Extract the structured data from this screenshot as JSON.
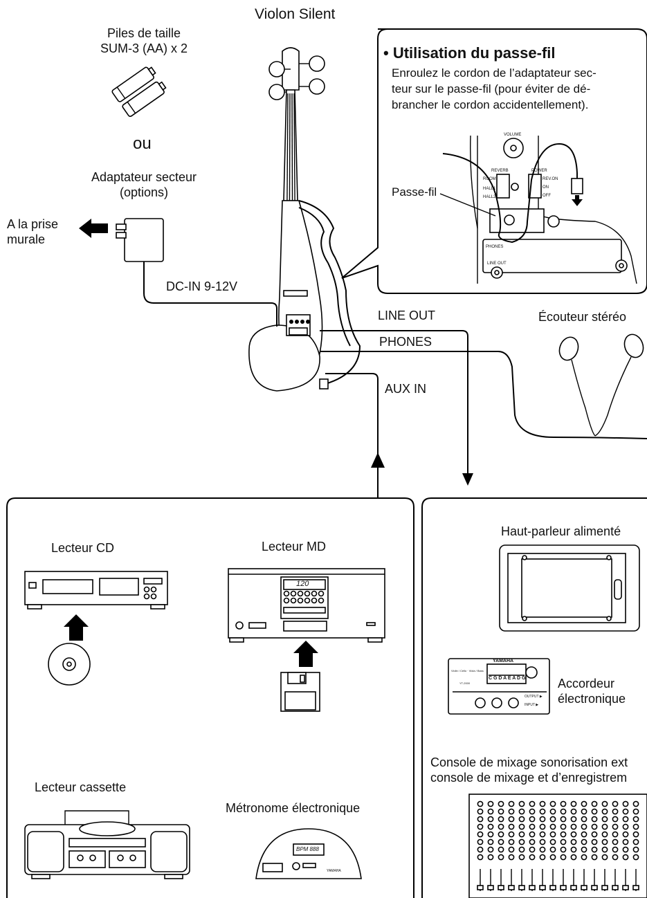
{
  "title": "Violon Silent",
  "batteries": {
    "line1": "Piles de taille",
    "line2": "SUM-3 (AA) x 2"
  },
  "or_label": "ou",
  "adapter": {
    "line1": "Adaptateur secteur",
    "line2": "(options)"
  },
  "wall": {
    "line1": "A la prise",
    "line2": "murale"
  },
  "dc_in": "DC-IN 9-12V",
  "inset": {
    "title": "• Utilisation du passe-fil",
    "body1": "Enroulez le cordon de l’adaptateur sec-",
    "body2": "teur sur le passe-fil (pour éviter de dé-",
    "body3": "brancher le cordon accidentellement).",
    "cord_label": "Passe-fil",
    "panel_labels": {
      "volume": "VOLUME",
      "reverb": "REVERB",
      "room": "ROOM",
      "hall1": "HALL1",
      "hall2": "HALL2",
      "power": "POWER",
      "rev_on": "REV.ON",
      "on": "ON",
      "off": "OFF",
      "phones": "PHONES",
      "line_out": "LINE OUT"
    }
  },
  "connections": {
    "line_out": "LINE OUT",
    "phones": "PHONES",
    "aux_in": "AUX IN"
  },
  "headphones": "Écouteur stéréo",
  "left_panel": {
    "cd": "Lecteur CD",
    "md": "Lecteur MD",
    "md_display": "120",
    "cassette": "Lecteur cassette",
    "metronome": "Métronome électronique",
    "metronome_display": "BPM 888",
    "metronome_brand": "YAMAHA"
  },
  "right_panel": {
    "speaker": "Haut-parleur alimenté",
    "tuner": {
      "line1": "Accordeur",
      "line2": "électronique"
    },
    "tuner_device": {
      "brand": "YAMAHA",
      "notes": "C G D A E A D G",
      "model": "YT-2000",
      "modes": "Violin / Cello · Viola / Bass",
      "out": "OUTPUT ▶",
      "in": "INPUT ▶"
    },
    "mixer": {
      "line1": "Console de mixage sonorisation ext",
      "line2": "console de mixage et d’enregistrem"
    }
  }
}
